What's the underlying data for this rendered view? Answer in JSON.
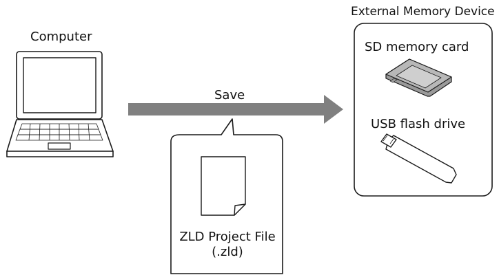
{
  "labels": {
    "computer": "Computer",
    "save": "Save",
    "external_device": "External Memory Device",
    "sd_card": "SD memory card",
    "usb_drive": "USB flash drive",
    "file_name_line1": "ZLD Project File",
    "file_name_line2": "(.zld)"
  },
  "icons": {
    "computer": "laptop-icon",
    "file": "document-icon",
    "sd_card": "sd-card-icon",
    "usb_drive": "usb-drive-icon",
    "arrow": "right-arrow"
  },
  "colors": {
    "arrow": "#808080",
    "outline": "#1a1a1a",
    "sd_fill": "#b5b5b5",
    "usb_fill": "#ffffff"
  }
}
